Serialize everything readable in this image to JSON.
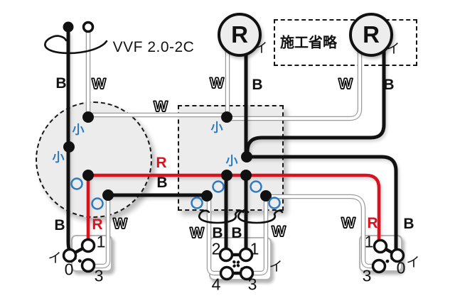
{
  "diagram": {
    "type": "wiring-diagram",
    "cable_label": "VVF 2.0-2C",
    "omission_label": "施工省略",
    "lamp_symbol": "R",
    "circuit_mark": "イ",
    "sleeve_mark_small": "小"
  },
  "labels": {
    "cable": "VVF 2.0-2C",
    "black": "B",
    "white": "W",
    "red": "R",
    "omission": "施工省略",
    "sleeve_small": "小",
    "circuit_a": "イ",
    "lamp": "R",
    "n0": "0",
    "n1": "1",
    "n2": "2",
    "n3": "3",
    "n4": "4"
  },
  "colors": {
    "wire_black": "#111111",
    "wire_red": "#d6131f",
    "wire_white_edge": "#9b9b9b",
    "connector_blue": "#2e7ac0",
    "box_fill": "#ececec"
  }
}
